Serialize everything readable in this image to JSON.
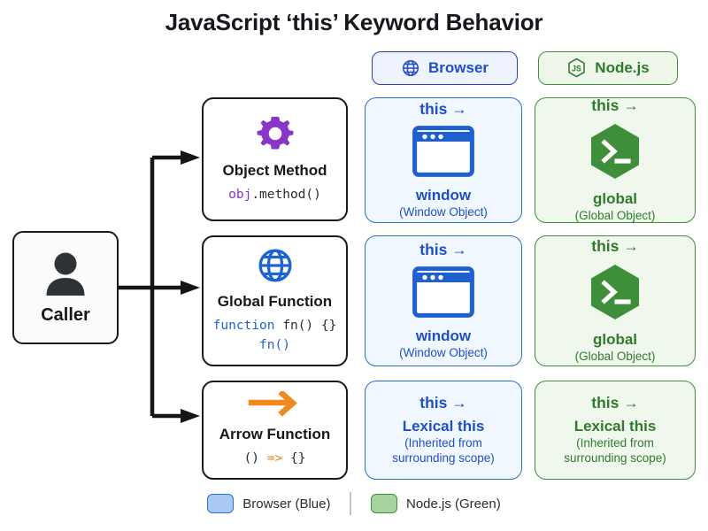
{
  "title": "JavaScript ‘this’ Keyword Behavior",
  "header": {
    "badges": [
      {
        "label": "Browser",
        "icon": "globe-icon",
        "color": "#1f4fc4"
      },
      {
        "label": "Node.js",
        "icon": "nodejs-hexagon-icon",
        "color": "#2f7a2d"
      }
    ]
  },
  "caller": {
    "label": "Caller",
    "icon": "user-icon"
  },
  "call_types": [
    {
      "title": "Object Method",
      "icon": "gear-icon",
      "icon_color": "#8a35c9",
      "code": [
        [
          {
            "text": "obj",
            "color": "purple"
          },
          {
            "text": ".method()",
            "color": "dark"
          }
        ]
      ]
    },
    {
      "title": "Global Function",
      "icon": "globe-icon",
      "icon_color": "#1f63d0",
      "code": [
        [
          {
            "text": "function",
            "color": "blue"
          },
          {
            "text": " fn() {}",
            "color": "dark"
          }
        ],
        [
          {
            "text": "fn()",
            "color": "blue"
          }
        ]
      ]
    },
    {
      "title": "Arrow Function",
      "icon": "arrow-right-icon",
      "icon_color": "#f08a1e",
      "code": [
        [
          {
            "text": "() ",
            "color": "dark"
          },
          {
            "text": "=>",
            "color": "orange"
          },
          {
            "text": " {}",
            "color": "dark"
          }
        ]
      ]
    }
  ],
  "results": {
    "browser": [
      {
        "this_label": "this →",
        "icon": "browser-window-icon",
        "main": "window",
        "sub": "(Window Object)"
      },
      {
        "this_label": "this →",
        "icon": "browser-window-icon",
        "main": "window",
        "sub": "(Window Object)"
      },
      {
        "this_label": "this →",
        "icon": "none",
        "main": "Lexical this",
        "sub": "(Inherited from\nsurrounding scope)"
      }
    ],
    "node": [
      {
        "this_label": "this →",
        "icon": "terminal-hexagon-icon",
        "main": "global",
        "sub": "(Global Object)"
      },
      {
        "this_label": "this →",
        "icon": "terminal-hexagon-icon",
        "main": "global",
        "sub": "(Global Object)"
      },
      {
        "this_label": "this →",
        "icon": "none",
        "main": "Lexical this",
        "sub": "(Inherited from\nsurrounding scope)"
      }
    ]
  },
  "legend": {
    "items": [
      {
        "label": "Browser (Blue)",
        "color": "#a9c9f2"
      },
      {
        "label": "Node.js (Green)",
        "color": "#a8d3a0"
      }
    ]
  },
  "colors": {
    "browser_blue": "#1f4fc4",
    "browser_border": "#2f6fd0",
    "browser_fill": "#f1f7fe",
    "node_green": "#2f7a2d",
    "node_border": "#3f8f3a",
    "node_fill": "#f0f8ed",
    "gear_purple": "#8a35c9",
    "arrow_orange": "#f08a1e",
    "ink": "#1b1b1f"
  }
}
